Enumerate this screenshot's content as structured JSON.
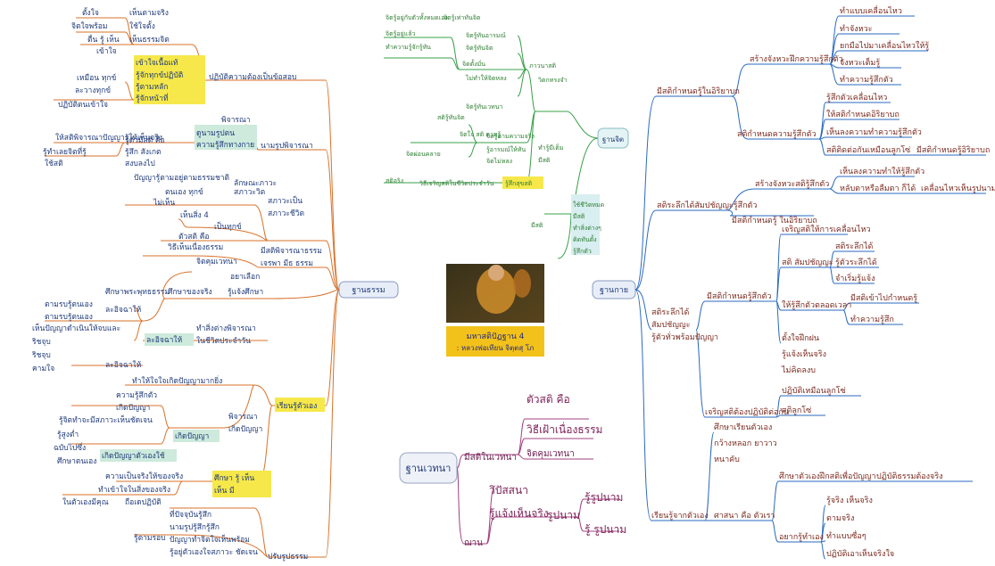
{
  "center": {
    "caption_line1": "มหาสติปัฏฐาน 4",
    "caption_line2": ": หลวงพ่อเทียน จิตฺตสุ โภ",
    "caption_bg": "#f2c21b",
    "photo_alt": "monk-photo"
  },
  "hubs": {
    "dhamma": "ฐานธรรม",
    "kaya": "ฐานกาย",
    "vedana": "ฐานเวทนา",
    "jit": "ฐานจิต"
  },
  "kaya": {
    "b1": "มีสติกำหนดรู้ในอิริยาบถ",
    "b1a": "สร้างจังหวะฝึกความรู้สึกตัว",
    "b1a_items": [
      "ทำแบบเคลื่อนไหว",
      "ทำจังหวะ",
      "ยกมือไปมาเคลื่อนไหวให้รู้",
      "จังหวะเต็มรู้",
      "ทำความรู้สึกตัว"
    ],
    "b1b": "สติกำหนดความรู้สึกตัว",
    "b1b_items": [
      "รู้สึกตัวเคลื่อนไหว",
      "ให้สติกำหนดอิริยาบถ",
      "เห็นลงความทำความรู้สึกตัว",
      "สติติดต่อกันเหมือนลูกโซ่"
    ],
    "b1b_extra": "มีสติกำหนดรู้อิริยาบถ",
    "b2": "สติระลึกได้สัมปชัญญะรู้สึกตัว",
    "b2a": "สร้างจังหวะสติรู้สึกตัว",
    "b2a_items": [
      "เห็นลงความทำให้รู้สึกตัว",
      "หลับตาหรือลืมตา ก็ได้"
    ],
    "b2a_extra": "เคลื่อนไหวเห็นรูปนาม",
    "b2b": "มีสติกำหนดรู้ ในอิริยาบถ",
    "b3": "สติระลึกได้ สัมปชัญญะ รู้ตัวทั่วพร้อมปัญญา",
    "b3_top": "เจริญสติให้การเคลื่อนไหว",
    "b3a": "มีสติกำหนดรู้สึกตัว",
    "b3a_1": "สติ สัมปชัญญะ",
    "b3a_1_items": [
      "สติระลึกได้",
      "รู้ตัวระลึกได้",
      "จำเริ่มรู้แจ้ง"
    ],
    "b3a_2": "ให้รู้สึกตัวตลอดเวลา",
    "b3a_2_items": [
      "มีสติเข้าไปกำหนดรู้",
      "ทำความรู้สึก"
    ],
    "b3a_3": [
      "ตั้งใจฝึกฝน",
      "รู้แจ้งเห็นจริง",
      "ไม่คิดลงบ"
    ],
    "b3b": "เจริญสติต้องปฏิบัติต่อกัน",
    "b3b_items": [
      "ปฏิบัติเหมือนลูกโซ่",
      "สติลูกโซ่"
    ],
    "b4": "เรียนรู้จากตัวเอง",
    "b4_top": [
      "ศึกษาเรียนตัวเอง",
      "กว้างหลอก ยาวาว",
      "หนาคับ"
    ],
    "b4a": "ศาสนา คือ ตัวเรา",
    "b4a_1": "ศึกษาตัวเองฝึกสติเพื่อปัญญา",
    "b4a_1_extra": "ปฏิบัติธรรมต้องจริง",
    "b4a_2": "อยากรู้ทำเอง",
    "b4a_2_items": [
      "รู้จริง เห็นจริง",
      "ตามจริง",
      "ทำแบบซื่อๆ",
      "ปฏิบัติเอาเห็นจริงใจ"
    ]
  },
  "vedana": {
    "b1": "มีสติในเวทนา",
    "b1_items": [
      "ตัวสติ คือ",
      "วิธีเฝ้าเนื่องธรรม",
      "จิตคุมเวทนา"
    ],
    "b2": "ฌาน",
    "b2_top": "วิปัสสนา",
    "b2_mid": "รู้แจ้งเห็นจริง",
    "b2_rupa": "รูปนาม",
    "b2_items": [
      "รู้รูปนาม",
      "รู้ รูปนาม"
    ]
  },
  "jit": {
    "items_right": [
      "วิตกทรงจำ",
      "ทำรู้มีเต็ม",
      "มีสติ",
      "สติจริง",
      "มีสติ"
    ],
    "top_group": [
      "จิตรู้อยู่กับตัวทั้งหมดเอง",
      "จิตรู้เท่าทันจิต",
      "จิตรู้อยู่แล้ว",
      "ทำความรู้จักรู้ทัน"
    ],
    "mid_group": [
      "จิตรู้ทันอารมณ์",
      "จิตรู้ทันจิต",
      "จิตตั้งมั่น",
      "ไม่ทำให้จิตหลง"
    ],
    "lower_group": [
      "จิตรู้ทันเวทนา",
      "สติรู้ทันจิต",
      "จิตใจ สติ ตามรู้",
      "จิตผ่อนคลาย"
    ],
    "labels": [
      "จิตรู้ตามความจริง",
      "รู้อารมณ์ให้ทัน",
      "จิตไม่หลง"
    ],
    "bottom": "วิธีเจริญสติในชีวิตประจำวัน",
    "bottom_hl": "รู้สึกสุขสติ",
    "lists_bottom": [
      "ใช้ชีวิตหมด",
      "มีสติ",
      "ทำสิ่งต่างๆ",
      "คิดทันตั้ง",
      "รู้สึกตัว"
    ],
    "side_label": "ภาวนาสติ"
  },
  "dhamma": {
    "g1": "ปฏิบัติความต้องเป็นข้อสอบ",
    "g1_top": [
      "ตั้งใจ",
      "จิตใจพร้อม",
      "ตื่น รู้ เห็น",
      "เข้าใจ"
    ],
    "g1_top_r": [
      "เห็นตามจริง",
      "ใช้ใจตั้ง",
      "เห็นธรรมจิต"
    ],
    "g1_hl": [
      "เข้าใจเนื้อแท้",
      "รู้จักทุกข์ปฏิบัติ",
      "รู้ตามหลัก",
      "รู้จักหน้าที่"
    ],
    "g1_left": [
      "เหมือน ทุกข์",
      "ละวางทุกข์",
      "ปฏิบัติตนเข้าใจ"
    ],
    "g2": "นามรูปพิจารณา",
    "g2_hl": [
      "ดูนามรูปตน",
      "ความรู้สึกทางกาย"
    ],
    "g2_top": "พิจารณา",
    "g2_left": [
      "ให้สติพิจารณาปัญญารู้ให้เห็นจริง",
      "รู้ทำเลยจิตที่รู้",
      "ใช้สติ"
    ],
    "g2_mid": [
      "รู้ตัวมีสติ คือ",
      "รู้สึก สังเกต",
      "สงบลงไป"
    ],
    "g3": [
      "ปัญญารู้ตามอยู่ตามธรรมชาติ",
      "ลักษณะภาวะ",
      "สภาวะวิต"
    ],
    "g3_mid": [
      "สภาวะเป็น",
      "สภาวะชีวิต"
    ],
    "g3_list": [
      "ตนเอง ทุกข์",
      "ไม่เห็น",
      "เห็นสิ่ง 4"
    ],
    "g3_extra": "เป็นทุกข์",
    "g4": "มีสติพิจารณาธรรม",
    "g4_items": [
      "ตัวสติ คือ",
      "วิธีเห็นเนื่องธรรม",
      "จิตคุมเวทนา"
    ],
    "g4_side": "เจรพา มีธ ธรรม",
    "g5_top": "อยาเลือก",
    "g5_a": "ศึกษาพระพุทธธรรม",
    "g5_b": "ศึกษาของจริง",
    "g5_c": "รู้แจ้งศึกษา",
    "g5_left": [
      "ตามรบรู้ตนเอง",
      "ตามรบรู้ตนเอง"
    ],
    "g5_mid": "ละอิจฉาให้",
    "g5_l2": [
      "เห็นปัญญาดำเนินให้จบและ",
      "ริชจุบ",
      "ริชจุบ",
      "คามใจ"
    ],
    "g5_r1": "ทำสิ่งต่างพิจารณา",
    "g5_r2": "ในชีวิตประจำวัน",
    "g5_sub": "ละอิจฉาให้",
    "g6": "เรียนรู้ตัวเอง",
    "g6_items": [
      "ทำให้ใจใจเกิดปัญญามากยิ่ง",
      "ความรู้สึกตัว",
      "เกิดปัญญา"
    ],
    "g6_sub": "รู้จิตทำจะมีสภาวะเห็นชัดเจน",
    "g6_r": [
      "พิจารณา",
      "เกิดปัญญา"
    ],
    "g6_hl": "เกิดปัญญา",
    "g6_list": [
      "รู้สูงต่ำ",
      "ฉบับไปซึ่ง",
      "ศึกษาตนเอง"
    ],
    "g6_list_hl": "เกิดปัญญาตัวเองใช้",
    "g6_bottom": [
      "ความเป็นจริงให้ของจริง",
      "ทำเข้าใจในสิ่งของจริง"
    ],
    "g6_bottom_hl": [
      "ศึกษา รู้ เห็น",
      "เห็น มี"
    ],
    "g6_bottom_left": "ในตัวเองมีคุณ",
    "g6_bottom_mid": "ถือเดปฏิบัติ",
    "g7": "ปรับรูปธรรม",
    "g7_items": [
      "ที่ปัจจุบันรู้สึก",
      "นามรูปรู้สึกรู้สึก",
      "ปัญญาทำจิตใจเห็นพร้อม",
      "รู้อยู่ตัวเองใจสภาวะ ชัดเจน"
    ],
    "g7_left": "รู้ตามรอบ"
  }
}
